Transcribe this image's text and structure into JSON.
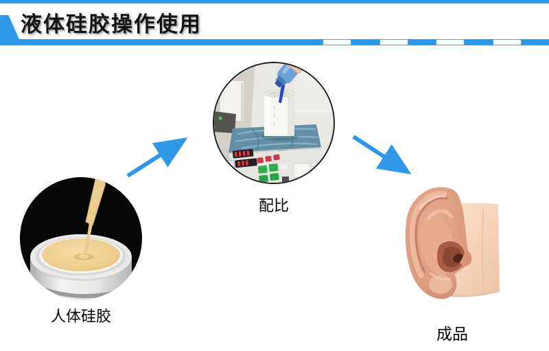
{
  "colors": {
    "accent": "#2E97E8",
    "ink": "#141414"
  },
  "header": {
    "title": "液体硅胶操作使用"
  },
  "steps": {
    "material": {
      "label": "人体硅胶",
      "image": "liquid-silicone-bucket-photo"
    },
    "mixing": {
      "label": "配比",
      "image": "electronic-scale-weighing-photo"
    },
    "product": {
      "label": "成品",
      "image": "silicone-ear-model-photo"
    }
  }
}
